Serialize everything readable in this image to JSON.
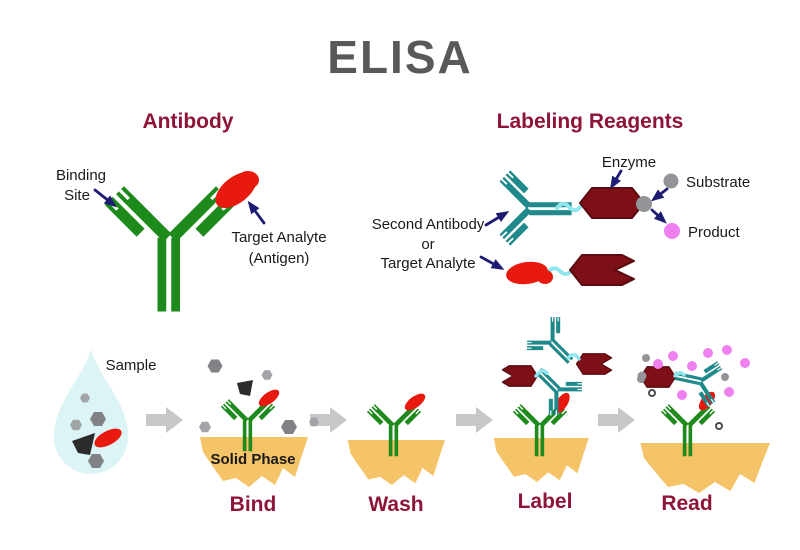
{
  "title": "ELISA",
  "antibody_section": {
    "header": "Antibody",
    "binding_site_line1": "Binding",
    "binding_site_line2": "Site",
    "target_analyte_line1": "Target Analyte",
    "target_analyte_line2": "(Antigen)"
  },
  "labeling_section": {
    "header": "Labeling Reagents",
    "enzyme_label": "Enzyme",
    "substrate_label": "Substrate",
    "product_label": "Product",
    "second_antibody_line1": "Second Antibody",
    "second_antibody_line2": "or",
    "second_antibody_line3": "Target Analyte"
  },
  "process": {
    "sample_label": "Sample",
    "solid_phase_label": "Solid Phase",
    "steps": [
      {
        "label": "Bind"
      },
      {
        "label": "Wash"
      },
      {
        "label": "Label"
      },
      {
        "label": "Read"
      }
    ]
  },
  "colors": {
    "title_gray": "#58595b",
    "heading_maroon": "#8e1538",
    "text_black": "#1a1a1a",
    "antibody_green": "#1e8a1c",
    "second_antibody_teal": "#20898c",
    "analyte_red": "#e8190f",
    "enzyme_maroon": "#7c1016",
    "enzyme_outline": "#5a0a10",
    "linker_cyan": "#8fe6ee",
    "substrate_gray": "#929497",
    "product_pink": "#ef80ef",
    "solid_phase_orange": "#f5c368",
    "sample_drop_cyan": "#dcf4f6",
    "particle_gray": "#808285",
    "particle_gray_light": "#a2a4a7",
    "particle_black": "#2b2b2b",
    "annotation_navy": "#1d1d73",
    "process_arrow_gray": "#c6c7c9"
  }
}
